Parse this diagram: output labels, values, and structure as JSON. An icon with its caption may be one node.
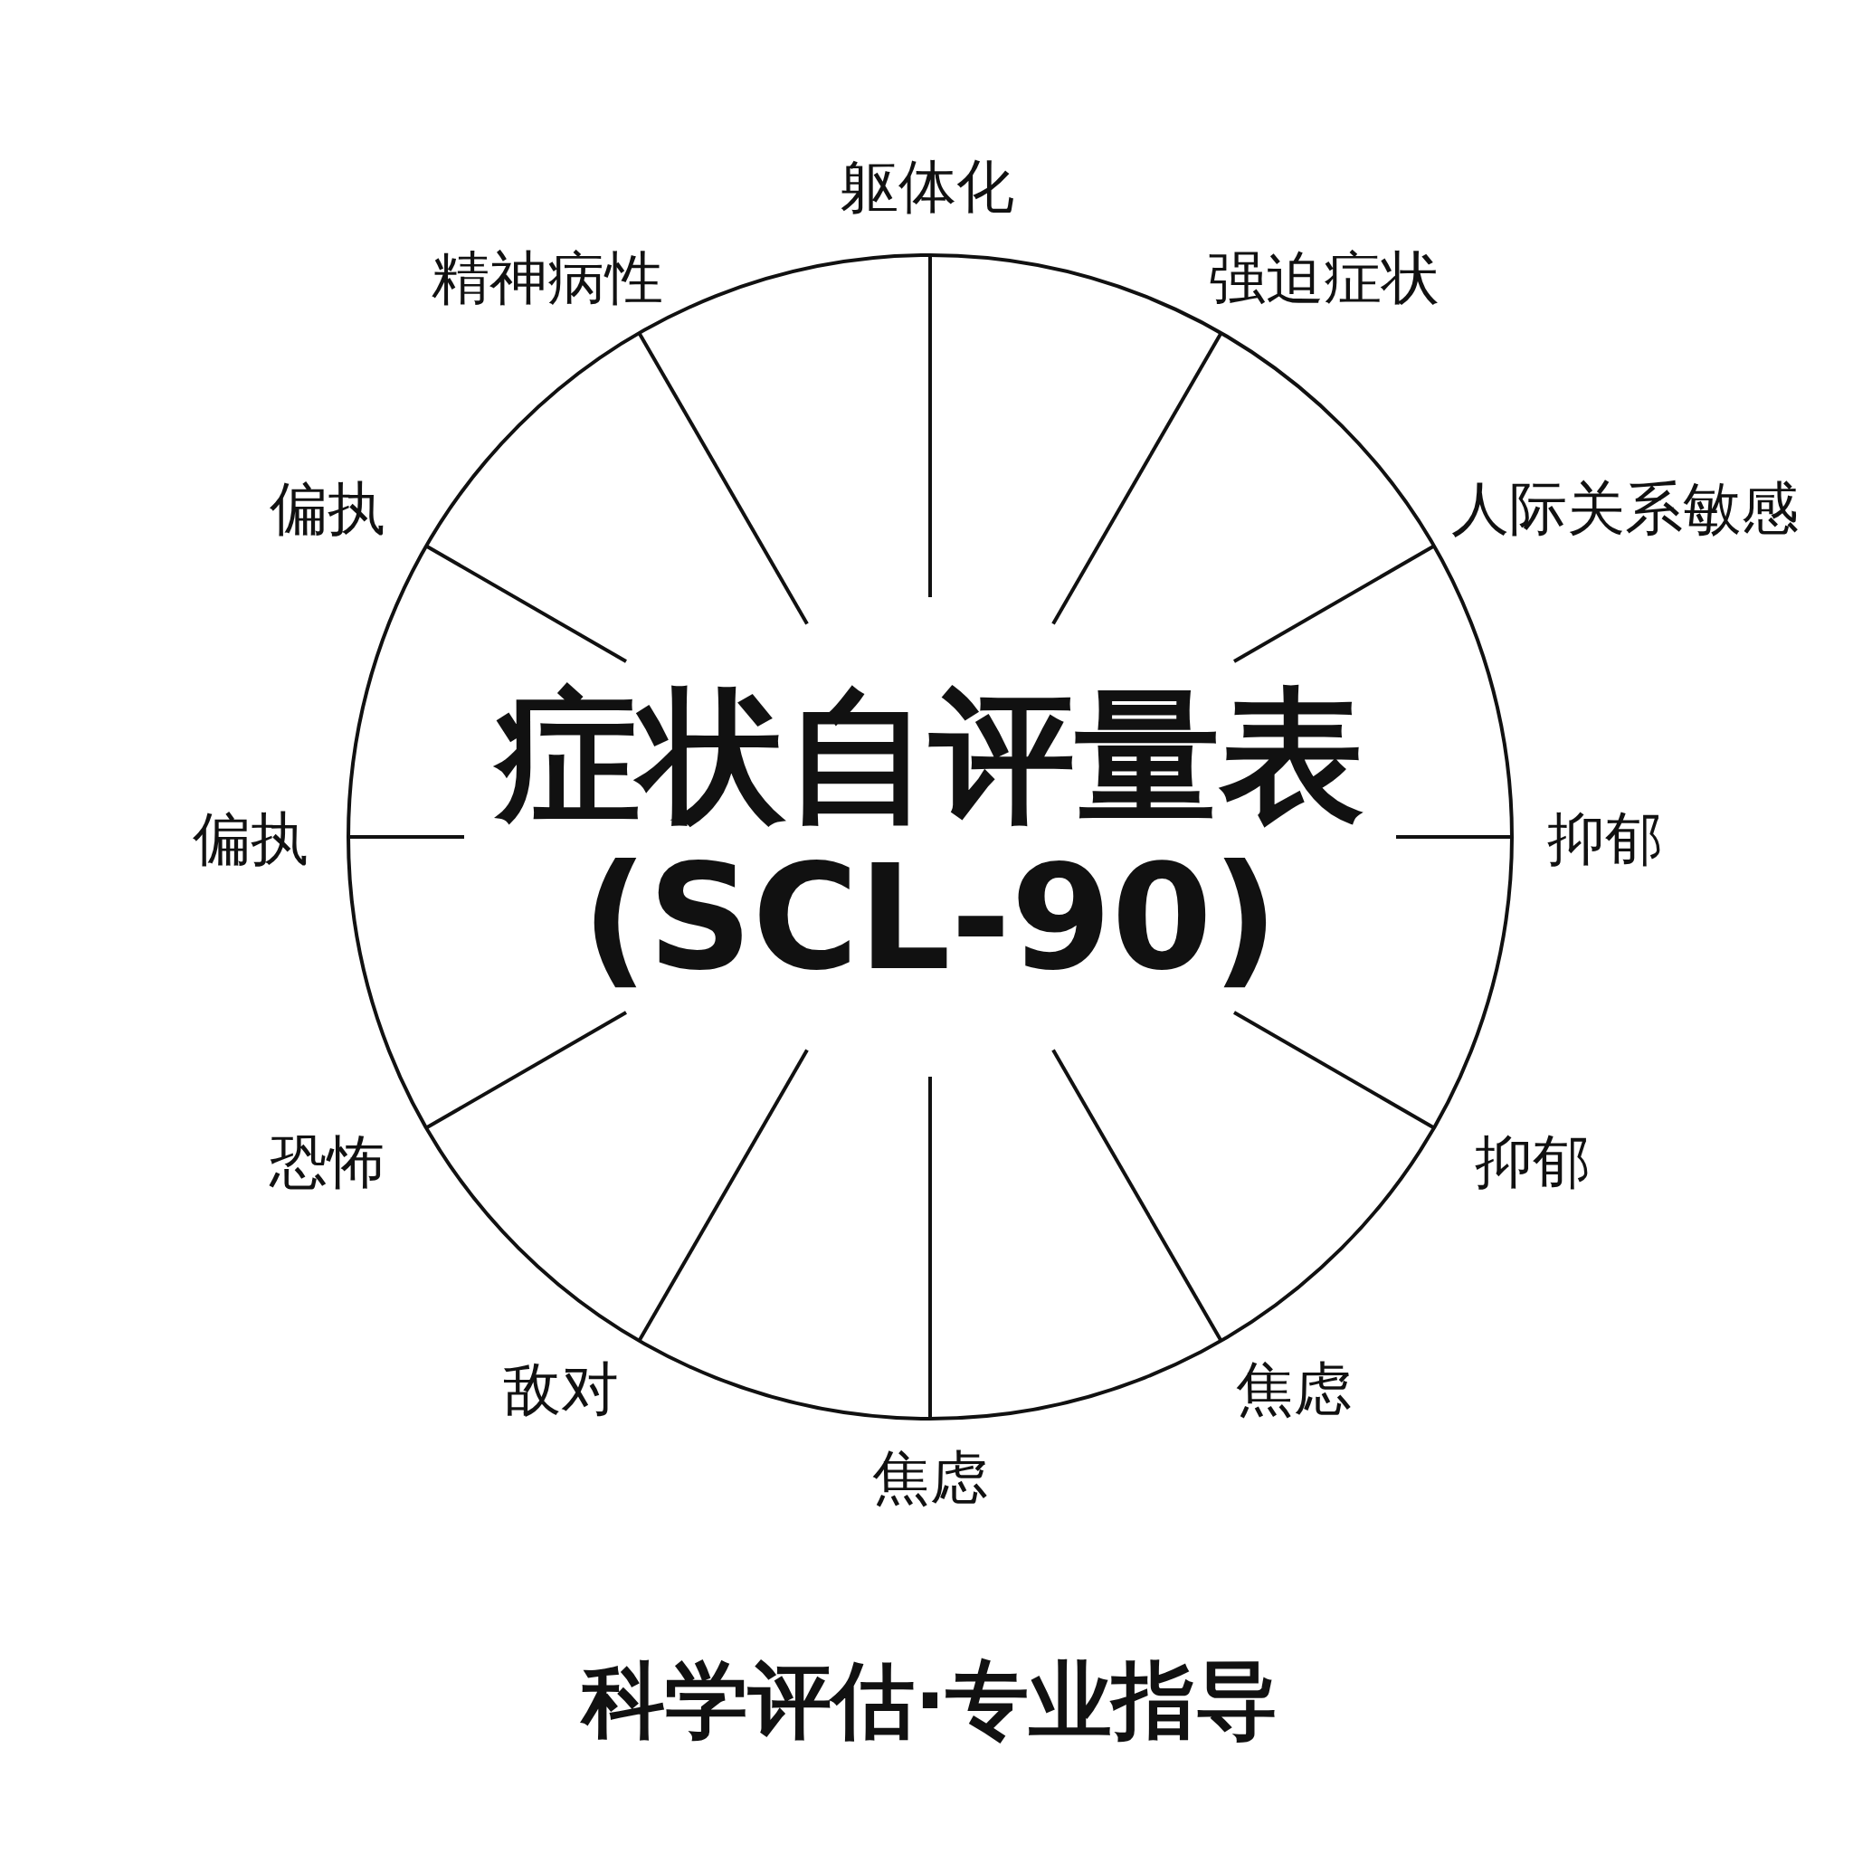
{
  "diagram": {
    "caption": "科学评估·专业指导",
    "nodes": [
      {
        "text": [
          "症状自评量表 (SCL-90)"
        ]
      }
    ],
    "labels": [
      "躯体化",
      "强迫症状",
      "人际关系敏感",
      "抑郁",
      "抑郁",
      "焦虑",
      "焦虑",
      "敌对",
      "恐怖",
      "偏执",
      "偏执",
      "精神病性"
    ]
  }
}
